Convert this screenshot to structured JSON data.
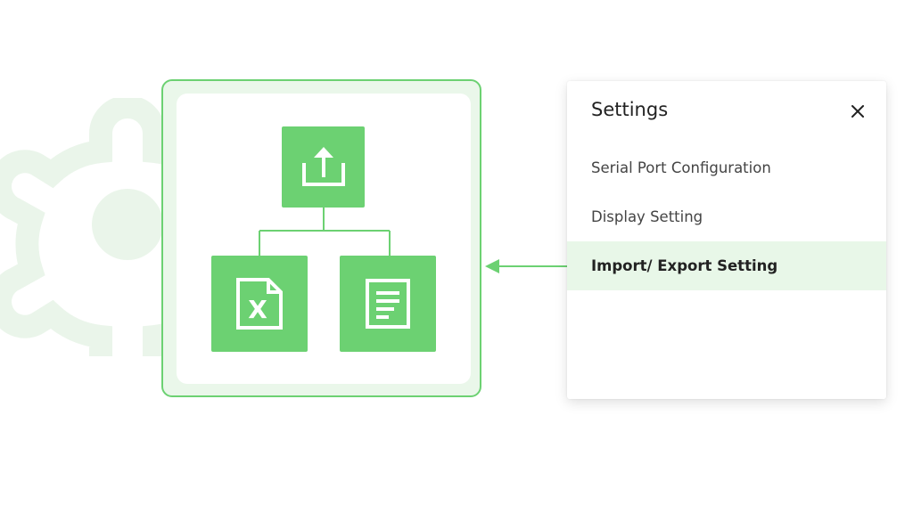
{
  "settings_panel": {
    "title": "Settings",
    "close_icon": "close-icon",
    "items": [
      {
        "label": "Serial Port Configuration",
        "active": false
      },
      {
        "label": "Display Setting",
        "active": false
      },
      {
        "label": "Import/ Export Setting",
        "active": true
      }
    ]
  },
  "illustration": {
    "background_icon": "gear-icon",
    "top_tile_icon": "upload-icon",
    "left_tile_icon": "excel-file-icon",
    "right_tile_icon": "document-icon"
  },
  "colors": {
    "accent": "#6cd172",
    "accent_light": "#eaf7ea",
    "active_row": "#e8f7e8",
    "gear": "#eaf5ea"
  }
}
